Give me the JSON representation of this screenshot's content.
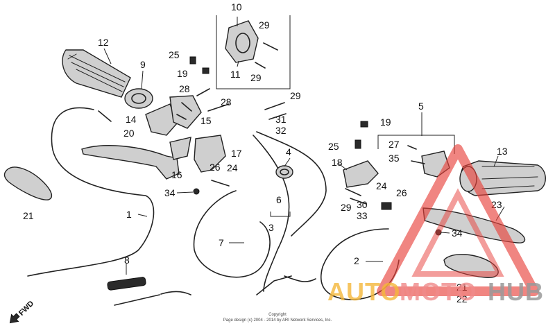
{
  "callouts": {
    "c1": "1",
    "c2": "2",
    "c3": "3",
    "c4": "4",
    "c5": "5",
    "c6": "6",
    "c7": "7",
    "c8": "8",
    "c9": "9",
    "c10": "10",
    "c11": "11",
    "c12": "12",
    "c13": "13",
    "c14": "14",
    "c15": "15",
    "c16": "16",
    "c17": "17",
    "c18": "18",
    "c19a": "19",
    "c19b": "19",
    "c20": "20",
    "c21a": "21",
    "c21b": "21",
    "c22": "22",
    "c23": "23",
    "c24a": "24",
    "c24b": "24",
    "c25a": "25",
    "c25b": "25",
    "c26a": "26",
    "c26b": "26",
    "c27": "27",
    "c28a": "28",
    "c28b": "28",
    "c29a": "29",
    "c29b": "29",
    "c29c": "29",
    "c29d": "29",
    "c30": "30",
    "c31": "31",
    "c32": "32",
    "c33": "33",
    "c34a": "34",
    "c34b": "34",
    "c35": "35"
  },
  "direction_label": "FWD",
  "copyright": {
    "line1": "Copyright",
    "line2": "Page design (c) 2004 - 2014 by ARI Network Services, Inc."
  },
  "watermark": {
    "part1": "AUTO",
    "part2": "MOTO",
    "part3": "HUB",
    "color_orange": "#f5b73a",
    "color_red": "#f08a8a",
    "color_grey": "#9a9a9a",
    "triangle_color": "#e8403a"
  }
}
